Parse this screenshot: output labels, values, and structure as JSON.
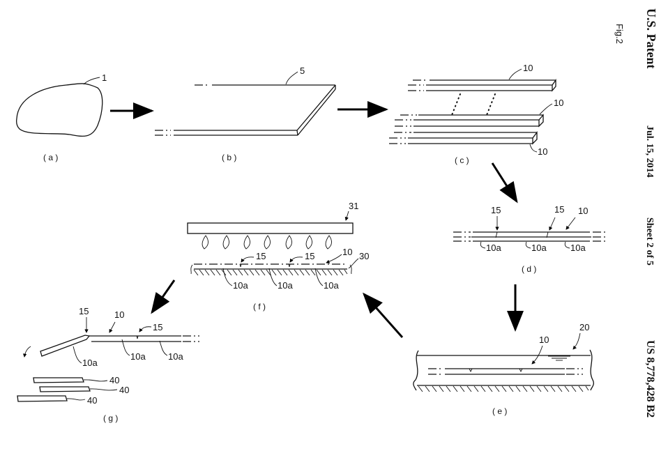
{
  "header": {
    "title": "U.S. Patent",
    "date": "Jul. 15, 2014",
    "sheet": "Sheet 2 of 5",
    "patent_number": "US 8,778,428 B2",
    "figure_label": "Fig.2"
  },
  "panels": {
    "a": {
      "caption": "( a )",
      "labels": [
        "1"
      ]
    },
    "b": {
      "caption": "( b )",
      "labels": [
        "5"
      ]
    },
    "c": {
      "caption": "( c )",
      "labels": [
        "10",
        "10",
        "10"
      ]
    },
    "d": {
      "caption": "( d )",
      "labels": [
        "15",
        "15",
        "10",
        "10a",
        "10a",
        "10a"
      ]
    },
    "e": {
      "caption": "( e )",
      "labels": [
        "10",
        "20"
      ]
    },
    "f": {
      "caption": "( f )",
      "labels": [
        "31",
        "15",
        "15",
        "10",
        "30",
        "10a",
        "10a",
        "10a"
      ]
    },
    "g": {
      "caption": "( g )",
      "labels": [
        "15",
        "10",
        "15",
        "10a",
        "10a",
        "10a",
        "40",
        "40",
        "40"
      ]
    }
  }
}
